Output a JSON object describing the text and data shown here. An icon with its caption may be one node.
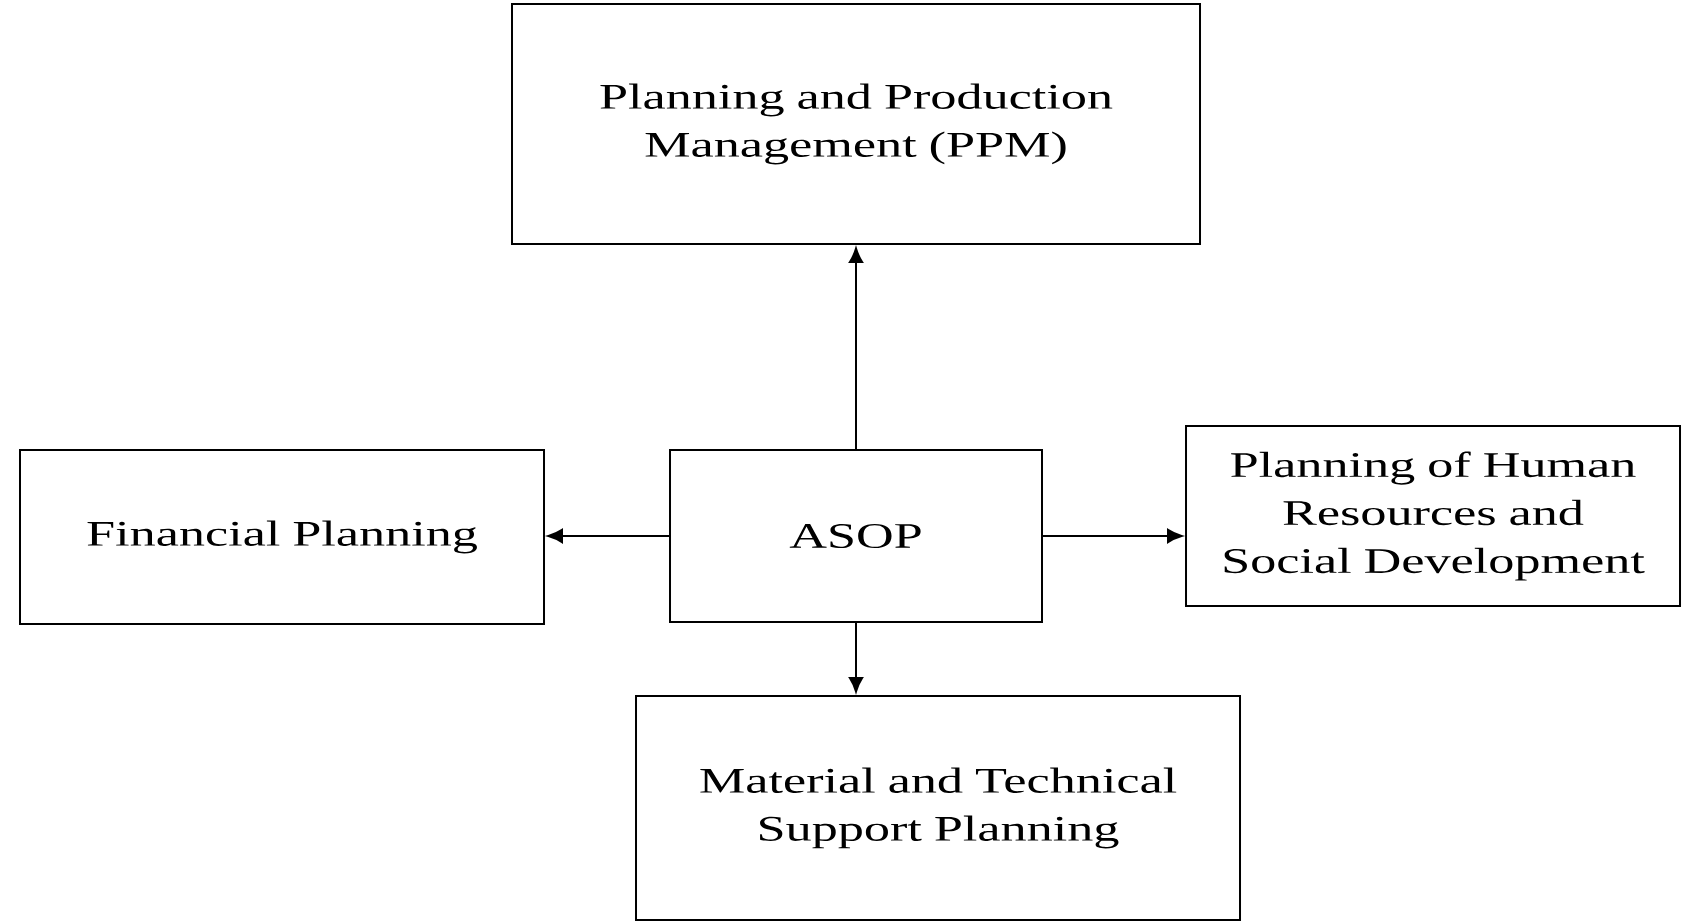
{
  "diagram": {
    "nodes": [
      {
        "text": [
          "Planning and Production Management (PPM)"
        ]
      },
      {
        "text": [
          "Financial Planning"
        ]
      },
      {
        "text": [
          "ASOP"
        ]
      },
      {
        "text": [
          "Planning of Human Resources and Social Development"
        ]
      },
      {
        "text": [
          "Material and Technical Support Planning"
        ]
      }
    ],
    "edges": [
      {
        "from": 2,
        "to": 0,
        "arrow": "to"
      },
      {
        "from": 2,
        "to": 1,
        "arrow": "to"
      },
      {
        "from": 2,
        "to": 3,
        "arrow": "to"
      },
      {
        "from": 2,
        "to": 4,
        "arrow": "to"
      }
    ]
  }
}
